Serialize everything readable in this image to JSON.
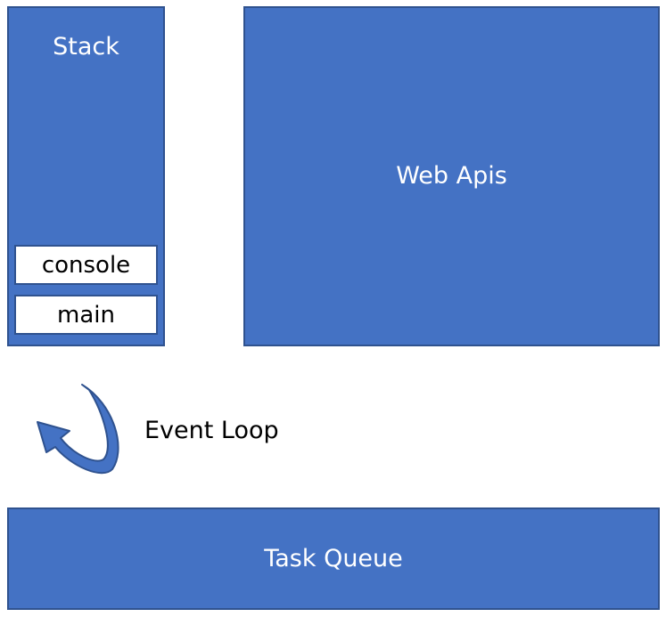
{
  "stack": {
    "title": "Stack",
    "frames": [
      "console",
      "main"
    ]
  },
  "web_apis": {
    "label": "Web Apis"
  },
  "event_loop": {
    "label": "Event Loop"
  },
  "task_queue": {
    "label": "Task Queue"
  },
  "colors": {
    "box_fill": "#4472c4",
    "box_border": "#2f528f",
    "frame_fill": "#ffffff",
    "arrow_fill": "#4472c4"
  }
}
